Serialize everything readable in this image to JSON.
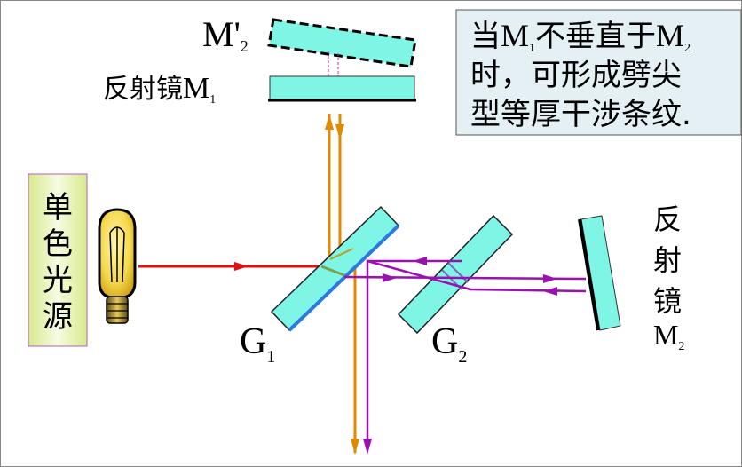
{
  "note": {
    "line1_a": "当",
    "line1_m": "M",
    "line1_s1": "1",
    "line1_b": "不垂直于",
    "line1_m2": "M",
    "line1_s2": "2",
    "line2": "时，可形成劈尖",
    "line3": "型等厚干涉条纹."
  },
  "labels": {
    "m2_virtual": "M'",
    "m2_virtual_sub": "2",
    "m1_prefix": "反射镜",
    "m1": "M",
    "m1_sub": "1",
    "source": [
      "单",
      "色",
      "光",
      "源"
    ],
    "g1": "G",
    "g1_sub": "1",
    "g2": "G",
    "g2_sub": "2",
    "m2_side": [
      "反",
      "射",
      "镜"
    ],
    "m2": "M",
    "m2_sub": "2"
  },
  "colors": {
    "mirror_fill": "#7ff5e6",
    "source_box": "#e6f0b0",
    "red_ray": "#e01010",
    "orange_ray": "#e08a00",
    "purple_ray": "#9b10b0",
    "note_bg": "#e4f0f4",
    "g1_edge": "#2a7ae0"
  }
}
